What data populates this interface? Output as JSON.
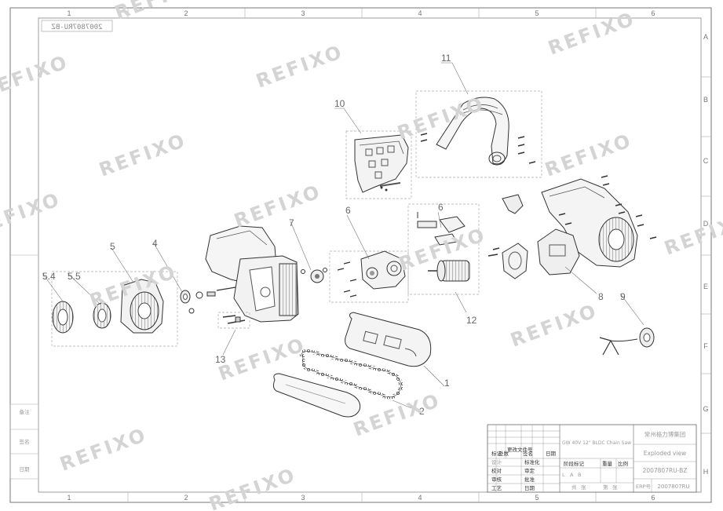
{
  "drawing_number_top": "2007807RU-BZ",
  "column_numbers": [
    "1",
    "2",
    "3",
    "4",
    "5",
    "6"
  ],
  "row_letters": [
    "A",
    "B",
    "C",
    "D",
    "E",
    "F",
    "G",
    "H"
  ],
  "callouts": [
    {
      "id": "c1",
      "label": "1"
    },
    {
      "id": "c2",
      "label": "2"
    },
    {
      "id": "c4",
      "label": "4"
    },
    {
      "id": "c5",
      "label": "5"
    },
    {
      "id": "c54",
      "label": "5.4"
    },
    {
      "id": "c55",
      "label": "5.5"
    },
    {
      "id": "c6",
      "label": "6"
    },
    {
      "id": "c7",
      "label": "7"
    },
    {
      "id": "c8",
      "label": "8"
    },
    {
      "id": "c9",
      "label": "9"
    },
    {
      "id": "c10",
      "label": "10"
    },
    {
      "id": "c11",
      "label": "11"
    },
    {
      "id": "c12",
      "label": "12"
    },
    {
      "id": "c13",
      "label": "13"
    }
  ],
  "watermark": "REFIXO",
  "left_strip": [
    "备注",
    "签名",
    "日期"
  ],
  "title_block": {
    "company": "常州格力博集团",
    "product": "GW 40V 12\" BLDC Chain Saw",
    "view": "Exploded view",
    "drawing_no": "2007807RU-BZ",
    "erp_label": "ERP号",
    "erp_value": "2007807RU",
    "rev_headers": [
      "标记",
      "处数",
      "更改文件号",
      "签名",
      "日期"
    ],
    "roles": [
      {
        "role": "设计",
        "action": "标准化"
      },
      {
        "role": "校对",
        "action": "审定"
      },
      {
        "role": "审核",
        "action": "批准"
      },
      {
        "role": "工艺",
        "action": "日期"
      }
    ],
    "weight_headers": [
      "阶段标记",
      "重量",
      "比例"
    ],
    "sheet_info": [
      "共",
      "张",
      "第",
      "张"
    ],
    "scale_marks": [
      "L",
      "A",
      "B"
    ]
  }
}
